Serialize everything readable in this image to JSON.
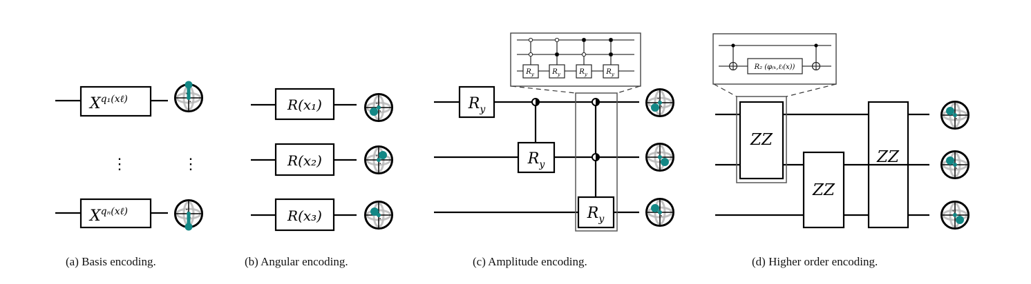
{
  "colors": {
    "qubit_state": "#138785",
    "sphere_rim": "#000000",
    "sphere_grid": "#b0b0b0"
  },
  "panels": {
    "a": {
      "caption": "(a) Basis encoding.",
      "gate_top": {
        "base": "X",
        "sup": "q₁(xℓ)"
      },
      "gate_bottom": {
        "base": "X",
        "sup": "qₙ(xℓ)"
      },
      "ellipsis": "⋮"
    },
    "b": {
      "caption": "(b) Angular encoding.",
      "gates": [
        "R(x₁)",
        "R(x₂)",
        "R(x₃)"
      ]
    },
    "c": {
      "caption": "(c) Amplitude encoding.",
      "gate_label": {
        "base": "R",
        "sub": "y"
      },
      "inset_gate_label": {
        "base": "R",
        "sub": "y"
      },
      "inset_controls": [
        {
          "top": "open",
          "mid": "open"
        },
        {
          "top": "open",
          "mid": "filled"
        },
        {
          "top": "filled",
          "mid": "open"
        },
        {
          "top": "filled",
          "mid": "filled"
        }
      ]
    },
    "d": {
      "caption": "(d) Higher order encoding.",
      "gate_label": "ZZ",
      "inset_gate_label": "R₂ (φ₍ₖ,ℓ₎(x))"
    }
  }
}
